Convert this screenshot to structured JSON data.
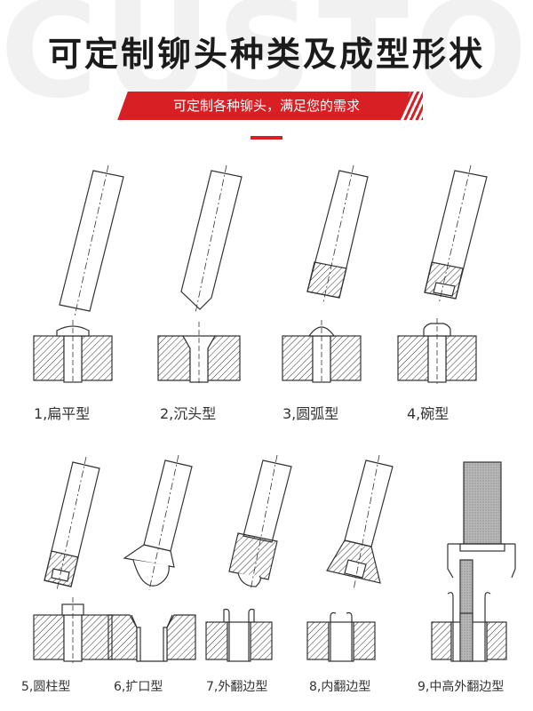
{
  "background_word": "CUSTOM",
  "title": "可定制铆头种类及成型形状",
  "subtitle": "可定制各种铆头，满足您的需求",
  "accent_color": "#d71f24",
  "rivet_types": [
    {
      "label": "1,扁平型"
    },
    {
      "label": "2,沉头型"
    },
    {
      "label": "3,圆弧型"
    },
    {
      "label": "4,碗型"
    },
    {
      "label": "5,圆柱型"
    },
    {
      "label": "6,扩口型"
    },
    {
      "label": "7,外翻边型"
    },
    {
      "label": "8,内翻边型"
    },
    {
      "label": "9,中高外翻边型"
    }
  ]
}
